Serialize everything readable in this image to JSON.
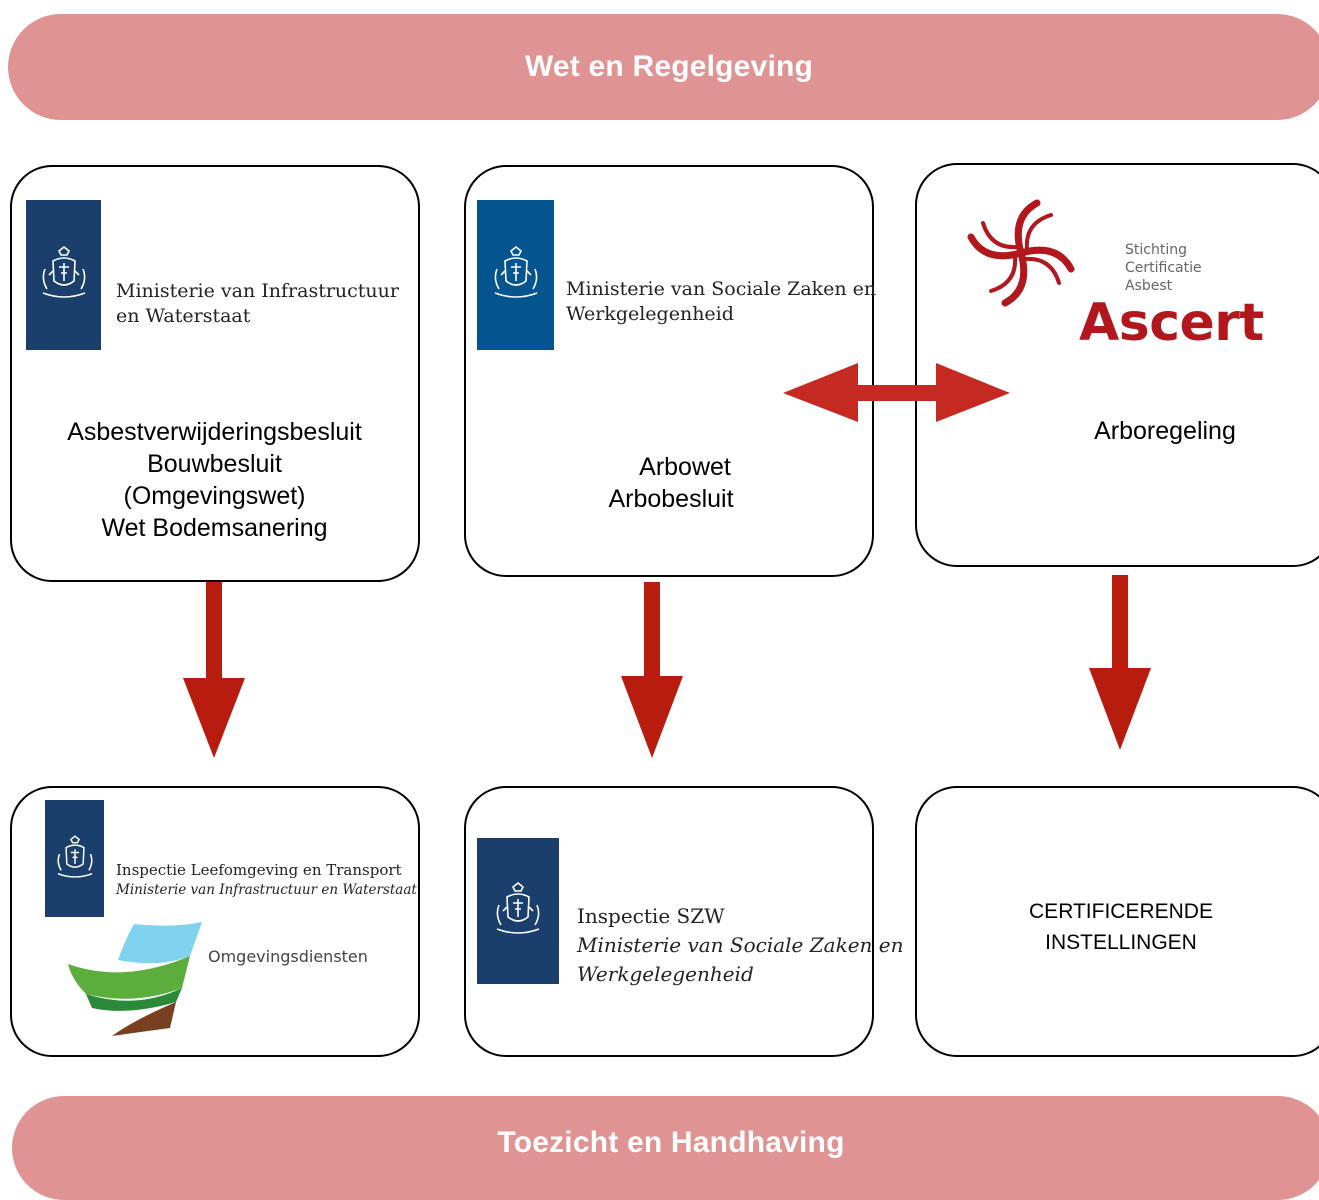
{
  "banners": {
    "top": "Wet en Regelgeving",
    "bottom": "Toezicht en Handhaving"
  },
  "top_boxes": {
    "ienw": {
      "logo_lines": [
        "Ministerie van Infrastructuur",
        "en Waterstaat"
      ],
      "body_lines": [
        "Asbestverwijderingsbesluit",
        "Bouwbesluit",
        "(Omgevingswet)",
        "Wet Bodemsanering"
      ]
    },
    "szw": {
      "logo_lines": [
        "Ministerie van Sociale Zaken en",
        "Werkgelegenheid"
      ],
      "body_lines": [
        "Arbowet",
        "Arbobesluit"
      ]
    },
    "ascert": {
      "logo_small": [
        "Stichting",
        "Certificatie",
        "Asbest"
      ],
      "logo_big": "Ascert",
      "body_lines": [
        "Arboregeling"
      ]
    }
  },
  "bottom_boxes": {
    "ilt": {
      "logo_lines": [
        "Inspectie Leefomgeving en Transport",
        "Ministerie van Infrastructuur en Waterstaat"
      ],
      "omgevingsdiensten": "Omgevingsdiensten"
    },
    "iszw": {
      "logo_lines": [
        "Inspectie SZW",
        "Ministerie van Sociale Zaken en",
        "Werkgelegenheid"
      ]
    },
    "ci": {
      "body_lines": [
        "CERTIFICERENDE",
        "INSTELLINGEN"
      ]
    }
  },
  "colors": {
    "banner": "#df9393",
    "arrow": "#b81c0e",
    "double_arrow": "#c42a22",
    "rijk_blue": "#1a3f6c",
    "rijk_blue_szw": "#03548f",
    "ascert_red": "#b1171c"
  }
}
